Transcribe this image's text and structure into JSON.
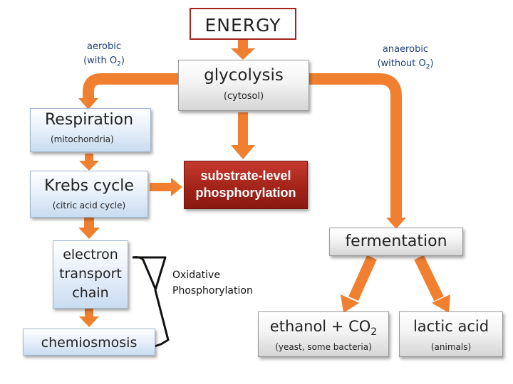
{
  "nodes": {
    "energy": "ENERGY",
    "glycolysis": {
      "title": "glycolysis",
      "sub": "(cytosol)"
    },
    "respiration": {
      "title": "Respiration",
      "sub": "(mitochondria)"
    },
    "krebs": {
      "title": "Krebs cycle",
      "sub": "(citric acid cycle)"
    },
    "substrate": {
      "line1": "substrate-level",
      "line2": "phosphorylation"
    },
    "etc": {
      "line1": "electron",
      "line2": "transport",
      "line3": "chain"
    },
    "chemiosmosis": "chemiosmosis",
    "fermentation": "fermentation",
    "ethanol": {
      "title_main": "ethanol + CO",
      "title_sub": "2",
      "sub": "(yeast, some bacteria)"
    },
    "lactic": {
      "title": "lactic acid",
      "sub": "(animals)"
    }
  },
  "labels": {
    "aerobic": {
      "line1": "aerobic",
      "line2_main": "(with O",
      "line2_sub": "2",
      "line2_end": ")"
    },
    "anaerobic": {
      "line1": "anaerobic",
      "line2_main": "(without O",
      "line2_sub": "2",
      "line2_end": ")"
    },
    "oxidative": {
      "line1": "Oxidative",
      "line2": "Phosphorylation"
    }
  },
  "colors": {
    "arrow": "#f0883a",
    "arrow_edge": "#e06c1e",
    "accent_text": "#1f3e7a",
    "red_box": "#a3241a"
  }
}
